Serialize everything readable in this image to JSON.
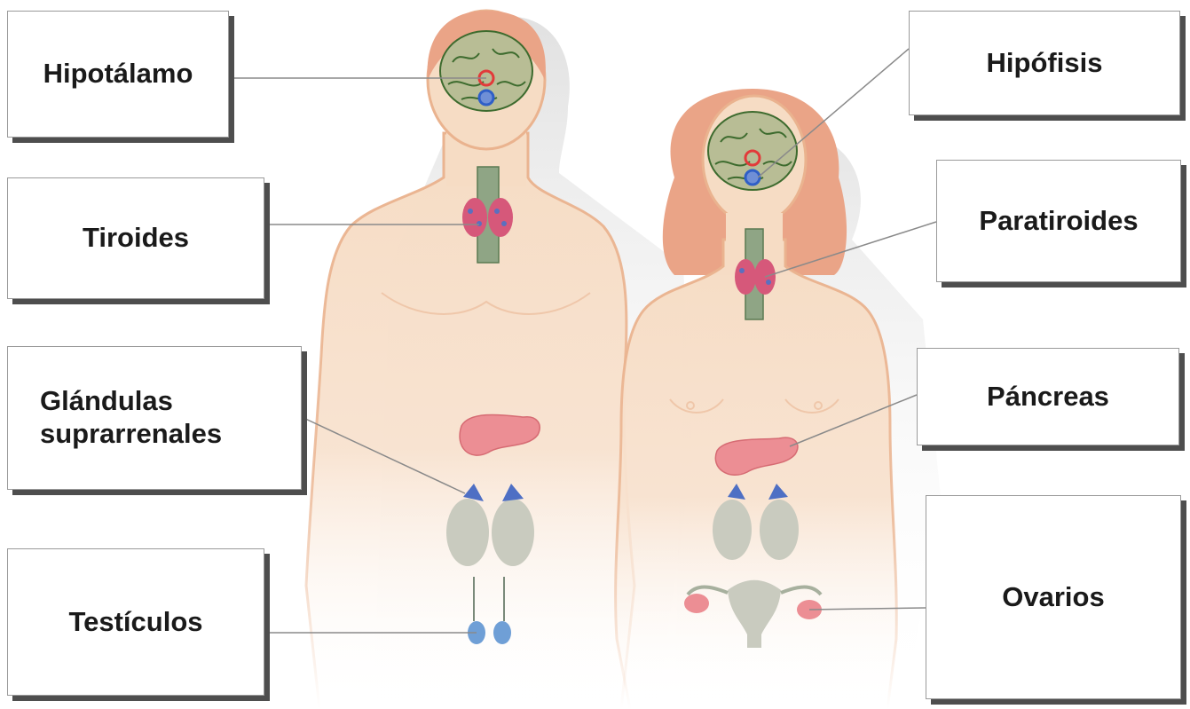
{
  "diagram": {
    "labels": {
      "hipotalamo": "Hipotálamo",
      "tiroides": "Tiroides",
      "glandulas": "Glándulas\nsuprarrenales",
      "testiculos": "Testículos",
      "hipofisis": "Hipófisis",
      "paratiroides": "Paratiroides",
      "pancreas": "Páncreas",
      "ovarios": "Ovarios"
    },
    "colors": {
      "skin": "#f6dcc4",
      "skin_outline": "#eab38f",
      "hair": "#eaa487",
      "shadow": "#d9d9d9",
      "brain": "#b8bd95",
      "brain_lines": "#3d6b2e",
      "thyroid": "#d6587a",
      "thyroid_dots": "#5b6fbf",
      "trachea": "#7f9a74",
      "pancreas": "#ec8e94",
      "adrenal": "#4e6fc4",
      "kidney": "#c9cbbf",
      "hypothalamus_ring": "#e23a3a",
      "pituitary_ring": "#2f5fc7",
      "leader_line": "#8a8a8a"
    }
  }
}
